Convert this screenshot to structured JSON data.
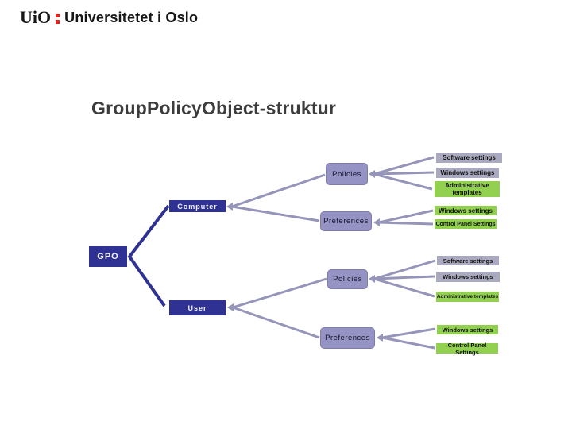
{
  "logo": {
    "uio": "UiO",
    "institution": "Universitetet i Oslo"
  },
  "slide": {
    "title": "GroupPolicyObject-struktur"
  },
  "tree": {
    "root": {
      "label": "GPO"
    },
    "computer": {
      "label": "Computer",
      "policies": {
        "label": "Policies",
        "leaves": [
          "Software settings",
          "Windows settings",
          "Administrative templates"
        ]
      },
      "preferences": {
        "label": "Preferences",
        "leaves": [
          "Windows settings",
          "Control Panel Settings"
        ]
      }
    },
    "user": {
      "label": "User",
      "policies": {
        "label": "Policies",
        "leaves": [
          "Software settings",
          "Windows settings",
          "Administrative templates"
        ]
      },
      "preferences": {
        "label": "Preferences",
        "leaves": [
          "Windows settings",
          "Control Panel Settings"
        ]
      }
    }
  },
  "colors": {
    "navy_node": "#2f3292",
    "purple_node": "#9593c4",
    "gray_leaf": "#a9a9bf",
    "green_leaf": "#92d04f",
    "connector_line": "#9595ba",
    "uio_red": "#e0221f",
    "title_text": "#3c3c3c"
  }
}
